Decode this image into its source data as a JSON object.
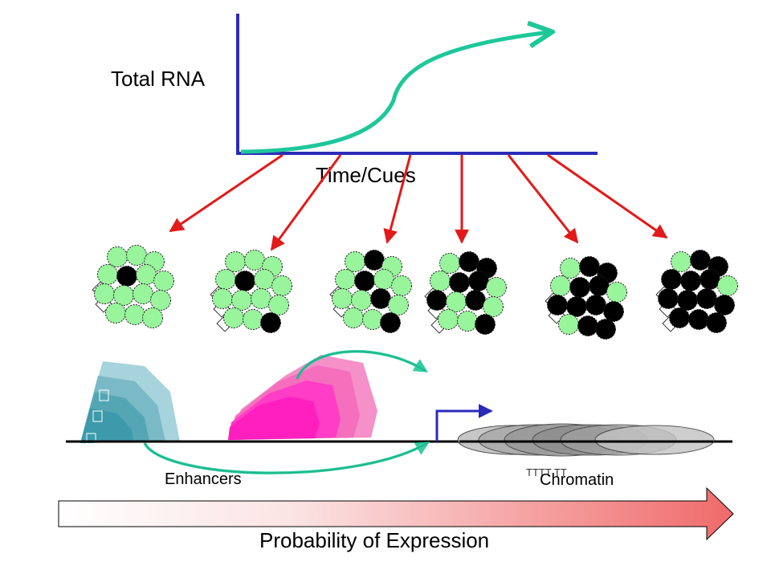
{
  "graph": {
    "ylabel": "Total RNA",
    "xlabel": "Time/Cues"
  },
  "labels": {
    "enhancers": "Enhancers",
    "chromatin": "Chromatin",
    "chromatin_marks": "TTTT TT",
    "probability": "Probability of Expression"
  },
  "cell_groups": [
    {
      "name": "group-1",
      "black_cells": 1
    },
    {
      "name": "group-2",
      "black_cells": 2
    },
    {
      "name": "group-3",
      "black_cells": 4
    },
    {
      "name": "group-4",
      "black_cells": 7
    },
    {
      "name": "group-5",
      "black_cells": 10
    },
    {
      "name": "group-6",
      "black_cells": 12
    }
  ],
  "colors": {
    "axis": "#2b2bb8",
    "curve": "#1ec79a",
    "arrow": "#e21a1a",
    "cell_green": "#98f59c",
    "cell_black": "#000000",
    "enhancer_teal": "#3d9aab",
    "enhancer_pink": "#ff1fbf",
    "gradient_end": "#f06a6a"
  }
}
